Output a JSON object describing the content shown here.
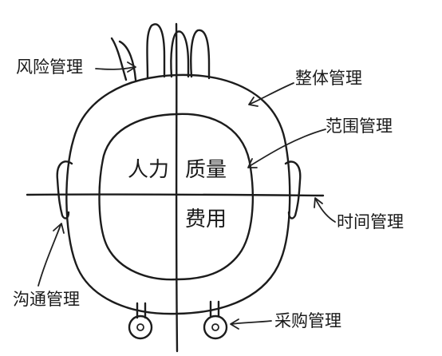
{
  "colors": {
    "ink": "#1c1c1c",
    "paper": "#ffffff"
  },
  "labels": {
    "risk": "风险管理",
    "integration": "整体管理",
    "scope": "范围管理",
    "time": "时间管理",
    "communication": "沟通管理",
    "procurement": "采购管理"
  },
  "core": {
    "hr": "人力",
    "quality": "质量",
    "cost": "费用"
  }
}
